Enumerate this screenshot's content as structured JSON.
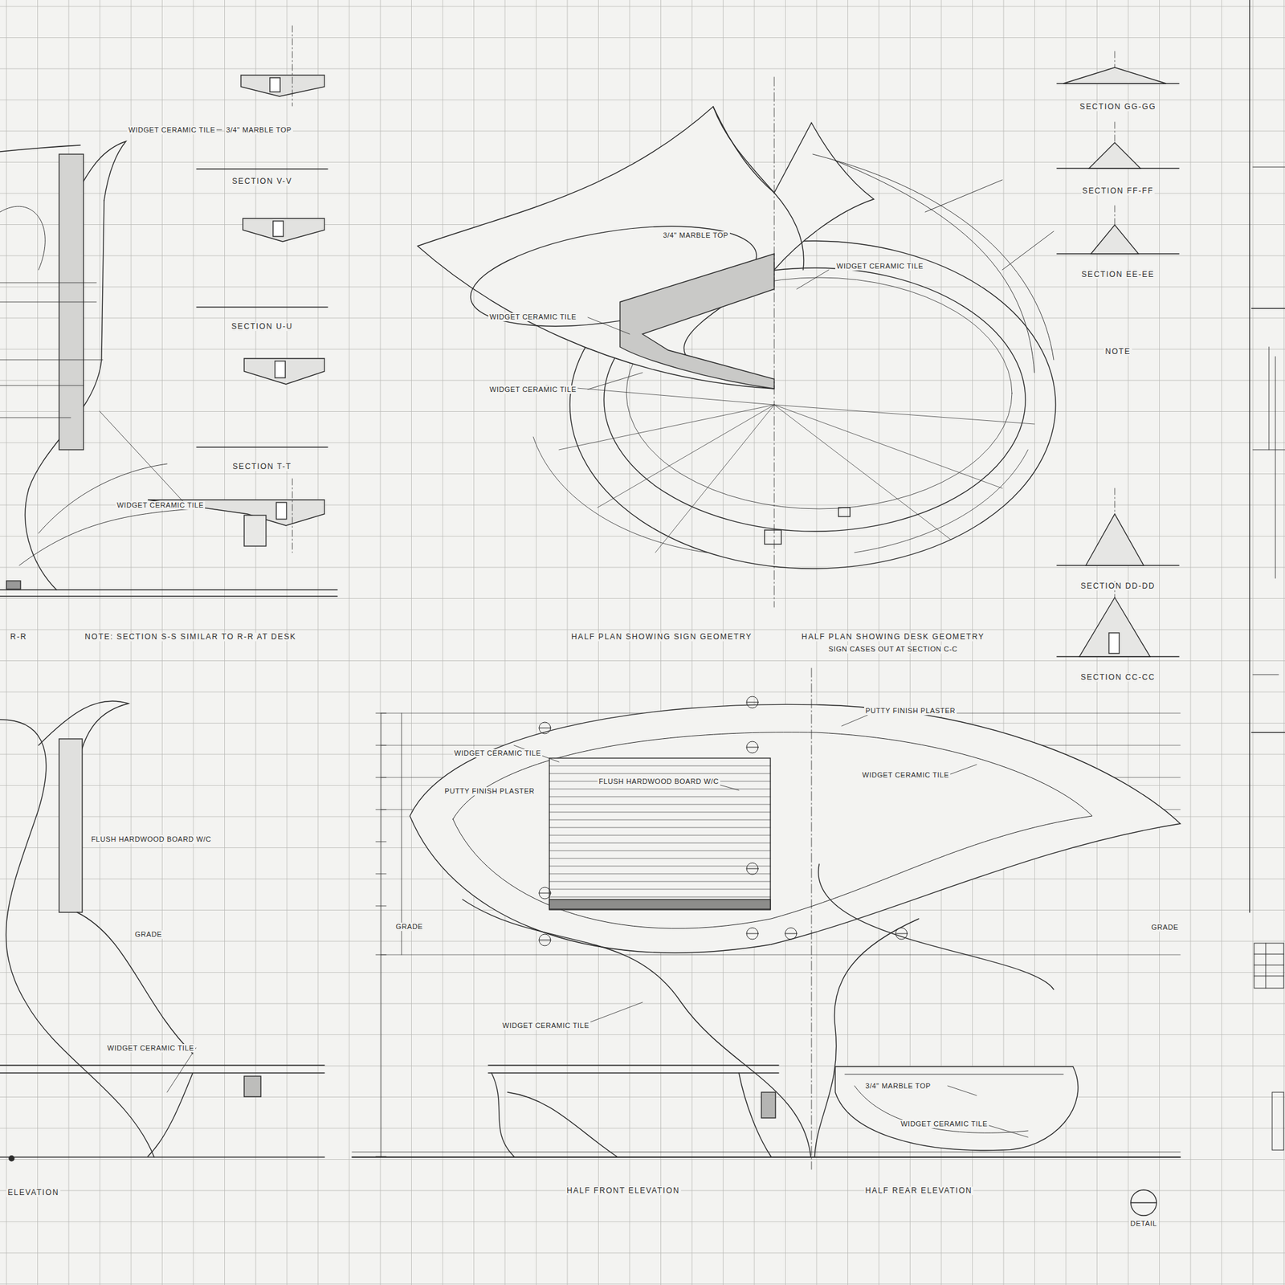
{
  "diagram": {
    "labels": [
      "SECTION V-V",
      "SECTION U-U",
      "SECTION T-T",
      "R-R",
      "NOTE: SECTION S-S SIMILAR TO R-R AT DESK",
      "HALF PLAN SHOWING SIGN GEOMETRY",
      "HALF PLAN SHOWING DESK GEOMETRY",
      "SIGN CASES OUT AT SECTION C-C",
      "SECTION GG-GG",
      "SECTION FF-FF",
      "SECTION EE-EE",
      "NOTE",
      "SECTION DD-DD",
      "SECTION CC-CC",
      "ELEVATION",
      "HALF FRONT ELEVATION",
      "HALF REAR ELEVATION",
      "WIDGET CERAMIC TILE",
      "WIDGET CERAMIC TILE",
      "WIDGET CERAMIC TILE",
      "WIDGET CERAMIC TILE",
      "WIDGET CERAMIC TILE",
      "WIDGET CERAMIC TILE",
      "WIDGET CERAMIC TILE",
      "WIDGET CERAMIC TILE",
      "WIDGET CERAMIC TILE",
      "WIDGET CERAMIC TILE",
      "PUTTY FINISH PLASTER",
      "PUTTY FINISH PLASTER",
      "FLUSH HARDWOOD BOARD W/C",
      "FLUSH HARDWOOD BOARD W/C",
      "3/4\" MARBLE TOP",
      "3/4\" MARBLE TOP",
      "3/4\" MARBLE TOP",
      "GRADE",
      "GRADE",
      "GRADE",
      "DETAIL"
    ]
  }
}
